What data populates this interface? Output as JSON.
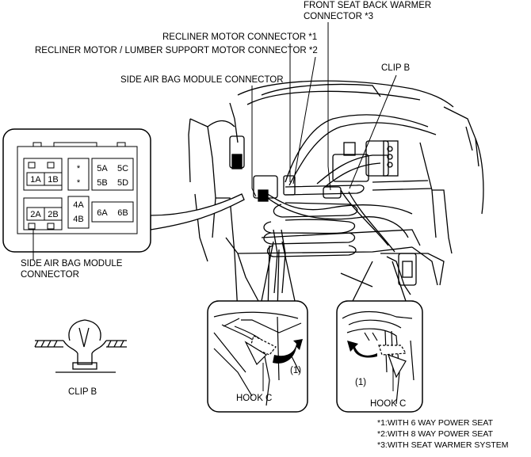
{
  "labels": {
    "front_seat_back_warmer_1": "FRONT SEAT BACK WARMER",
    "front_seat_back_warmer_2": "CONNECTOR *3",
    "recliner_motor": "RECLINER MOTOR CONNECTOR *1",
    "recliner_lumbar": "RECLINER MOTOR / LUMBER SUPPORT MOTOR CONNECTOR *2",
    "clip_b_top": "CLIP B",
    "side_air_bag_top": "SIDE AIR BAG MODULE CONNECTOR",
    "side_air_bag_inset_1": "SIDE AIR BAG MODULE",
    "side_air_bag_inset_2": "CONNECTOR",
    "clip_b_bottom": "CLIP B",
    "hook_c_left": "HOOK C",
    "hook_c_right": "HOOK C",
    "step_left": "(1)",
    "step_right": "(1)"
  },
  "connector_pins": {
    "a1": "1A",
    "b1": "1B",
    "a2": "2A",
    "b2": "2B",
    "star1": "*",
    "star2": "*",
    "a4": "4A",
    "b4": "4B",
    "a5": "5A",
    "c5": "5C",
    "b5": "5B",
    "d5": "5D",
    "a6": "6A",
    "b6": "6B"
  },
  "notes": {
    "n1": "*1:WITH 6 WAY POWER SEAT",
    "n2": "*2:WITH 8 WAY POWER SEAT",
    "n3": "*3:WITH SEAT WARMER SYSTEM"
  }
}
